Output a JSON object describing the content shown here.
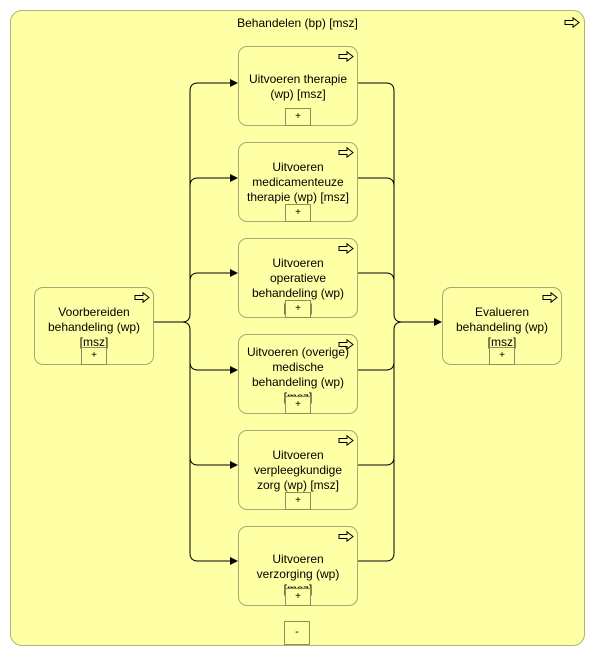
{
  "container": {
    "title": "Behandelen (bp) [msz]",
    "collapse_label": "-"
  },
  "processes": {
    "prepare": {
      "label": "Voorbereiden behandeling (wp) [msz]",
      "expand": "+"
    },
    "therapy": {
      "label": "Uitvoeren therapie (wp) [msz]",
      "expand": "+"
    },
    "medication": {
      "label": "Uitvoeren medicamenteuze therapie (wp) [msz]",
      "expand": "+"
    },
    "operative": {
      "label": "Uitvoeren operatieve behandeling (wp) [msz]",
      "expand": "+"
    },
    "other": {
      "label": "Uitvoeren (overige) medische behandeling (wp) [msz]",
      "expand": "+"
    },
    "nursing": {
      "label": "Uitvoeren verpleegkundige zorg (wp) [msz]",
      "expand": "+"
    },
    "care": {
      "label": "Uitvoeren verzorging (wp) [msz]",
      "expand": "+"
    },
    "evaluate": {
      "label": "Evalueren behandeling (wp) [msz]",
      "expand": "+"
    }
  },
  "colors": {
    "fill": "#ffffa5",
    "border": "#a8a870",
    "line": "#000000"
  }
}
